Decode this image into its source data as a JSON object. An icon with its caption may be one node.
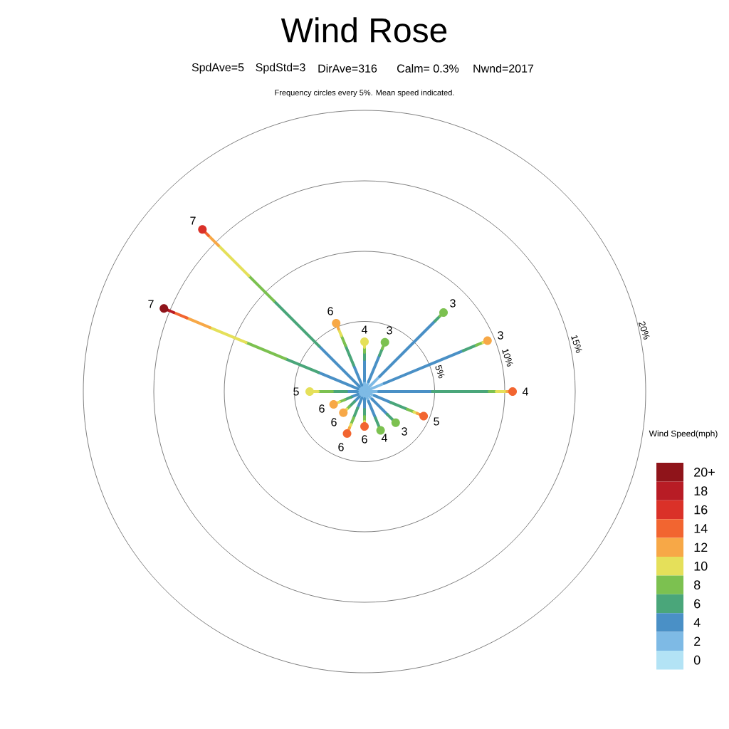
{
  "diagram": {
    "title": "Wind Rose",
    "labels": [
      "SpdAve=5",
      "SpdStd=3",
      "DirAve=316",
      "Calm= 0.3%",
      "Nwnd=2017",
      "Frequency circles every 5%. Mean speed indicated.",
      "7",
      "7",
      "6",
      "3",
      "4",
      "3",
      "20%",
      "3",
      "15%",
      "10%",
      "5%",
      "5",
      "4",
      "6",
      "6",
      "5",
      "3",
      "6",
      "4",
      "6",
      "Wind Speed(mph)"
    ],
    "legend": [
      {
        "text": "20+",
        "color": "#8f141a"
      },
      {
        "text": "18",
        "color": "#b81c25"
      },
      {
        "text": "16",
        "color": "#da3128"
      },
      {
        "text": "14",
        "color": "#f26530"
      },
      {
        "text": "12",
        "color": "#f7a847"
      },
      {
        "text": "10",
        "color": "#e5e05a"
      },
      {
        "text": "8",
        "color": "#7cc150"
      },
      {
        "text": "6",
        "color": "#4aa67a"
      },
      {
        "text": "4",
        "color": "#4a90c6"
      },
      {
        "text": "2",
        "color": "#7ebae5"
      },
      {
        "text": "0",
        "color": "#b3e3f5"
      }
    ]
  }
}
